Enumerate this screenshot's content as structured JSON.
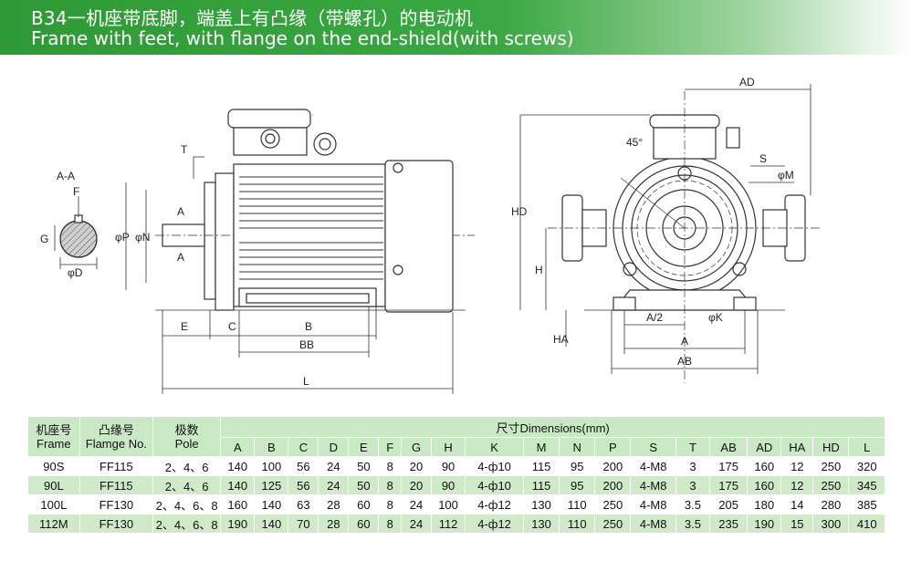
{
  "header": {
    "title_cn": "B34一机座带底脚，端盖上有凸缘（带螺孔）的电动机",
    "title_en": "Frame with feet, with flange on the end-shield(with screws)"
  },
  "drawing_labels": {
    "section": "A-A",
    "F": "F",
    "G": "G",
    "D": "φD",
    "T": "T",
    "A_top": "A",
    "A_bot": "A",
    "P": "φP",
    "N": "φN",
    "E": "E",
    "C": "C",
    "B": "B",
    "BB": "BB",
    "L": "L",
    "AD": "AD",
    "HD": "HD",
    "H": "H",
    "HA": "HA",
    "A2": "A/2",
    "K": "φK",
    "A": "A",
    "AB": "AB",
    "S": "S",
    "M": "φM",
    "angle": "45°"
  },
  "table": {
    "frame_cn": "机座号",
    "frame_en": "Frame",
    "flange_cn": "凸缘号",
    "flange_en": "Flamge No.",
    "pole_cn": "极数",
    "pole_en": "Pole",
    "dims_title": "尺寸Dimensions(mm)",
    "columns": [
      "A",
      "B",
      "C",
      "D",
      "E",
      "F",
      "G",
      "H",
      "K",
      "M",
      "N",
      "P",
      "S",
      "T",
      "AB",
      "AD",
      "HA",
      "HD",
      "L"
    ],
    "rows": [
      {
        "frame": "90S",
        "flange": "FF115",
        "pole": "2、4、6",
        "values": [
          "140",
          "100",
          "56",
          "24",
          "50",
          "8",
          "20",
          "90",
          "4-ф10",
          "115",
          "95",
          "200",
          "4-M8",
          "3",
          "175",
          "160",
          "12",
          "250",
          "320"
        ]
      },
      {
        "frame": "90L",
        "flange": "FF115",
        "pole": "2、4、6",
        "values": [
          "140",
          "125",
          "56",
          "24",
          "50",
          "8",
          "20",
          "90",
          "4-ф10",
          "115",
          "95",
          "200",
          "4-M8",
          "3",
          "175",
          "160",
          "12",
          "250",
          "345"
        ]
      },
      {
        "frame": "100L",
        "flange": "FF130",
        "pole": "2、4、6、8",
        "values": [
          "160",
          "140",
          "63",
          "28",
          "60",
          "8",
          "24",
          "100",
          "4-ф12",
          "130",
          "110",
          "250",
          "4-M8",
          "3.5",
          "205",
          "180",
          "14",
          "280",
          "385"
        ]
      },
      {
        "frame": "112M",
        "flange": "FF130",
        "pole": "2、4、6、8",
        "values": [
          "190",
          "140",
          "70",
          "28",
          "60",
          "8",
          "24",
          "112",
          "4-ф12",
          "130",
          "110",
          "250",
          "4-M8",
          "3.5",
          "235",
          "190",
          "15",
          "300",
          "410"
        ]
      }
    ]
  }
}
